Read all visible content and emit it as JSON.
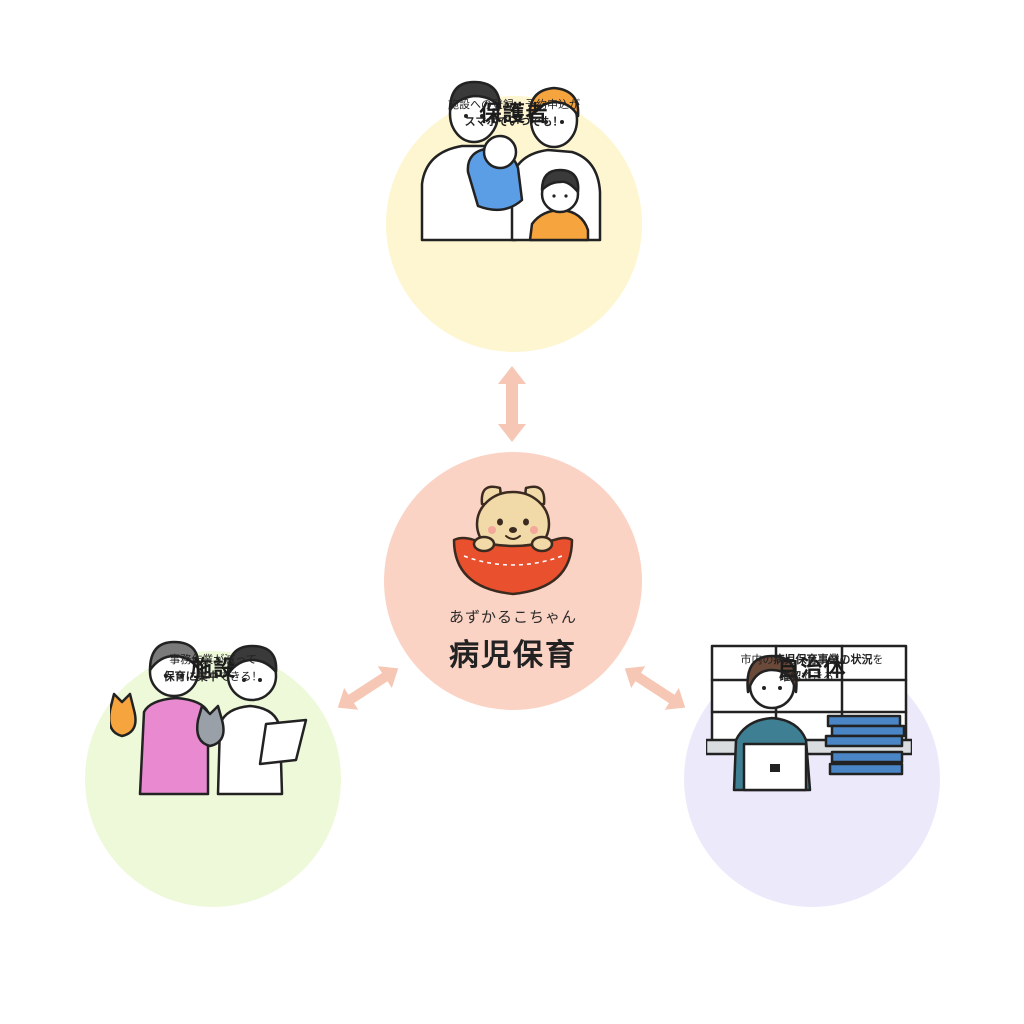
{
  "center": {
    "brand_sub": "あずかるこちゃん",
    "brand_main": "病児保育"
  },
  "nodes": {
    "guardian": {
      "title": "保護者",
      "line1": "施設への登録、予約申込が",
      "line2": "スマホでいつでも！"
    },
    "facility": {
      "title": "施設",
      "line1": "事務作業が減って",
      "line2_bold": "保育に集中",
      "line2_rest": "できる！"
    },
    "city": {
      "title": "自治体",
      "line1_pre": "市内の",
      "line1_bold": "病児保育事業の状況",
      "line1_post": "を",
      "line2_bold": "確認",
      "line2_rest": "できる！"
    }
  },
  "colors": {
    "guardian_bg": "#fdf6d0",
    "center_bg": "#fbd3c4",
    "facility_bg": "#eef9da",
    "city_bg": "#ece9fb",
    "arrow": "#f6c7b4"
  }
}
